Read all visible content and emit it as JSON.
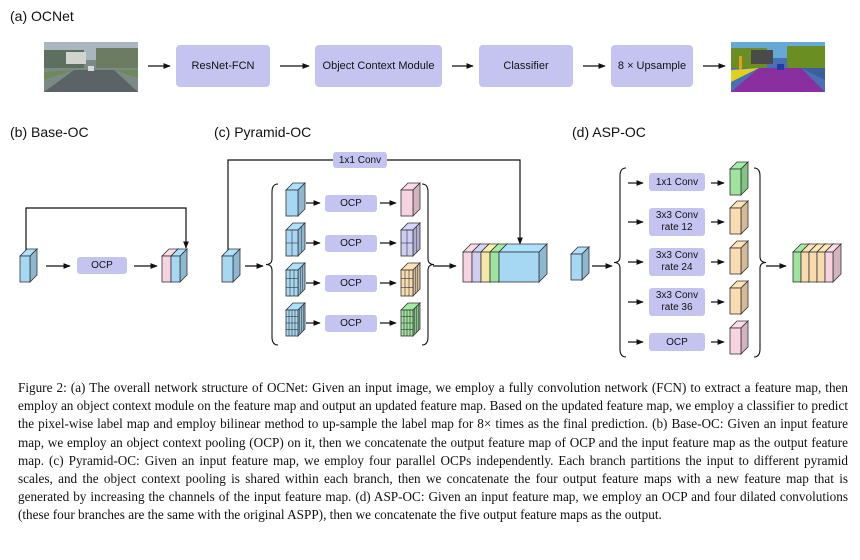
{
  "figure": {
    "panel_a": {
      "title": "(a) OCNet",
      "boxes": [
        "ResNet-FCN",
        "Object Context Module",
        "Classifier",
        "8 × Upsample"
      ]
    },
    "panel_b": {
      "title": "(b) Base-OC",
      "ocp": "OCP"
    },
    "panel_c": {
      "title": "(c) Pyramid-OC",
      "conv_label": "1x1 Conv",
      "ocp": [
        "OCP",
        "OCP",
        "OCP",
        "OCP"
      ]
    },
    "panel_d": {
      "title": "(d) ASP-OC",
      "branches": [
        {
          "line1": "1x1 Conv",
          "line2": ""
        },
        {
          "line1": "3x3 Conv",
          "line2": "rate 12"
        },
        {
          "line1": "3x3 Conv",
          "line2": "rate 24"
        },
        {
          "line1": "3x3 Conv",
          "line2": "rate 36"
        },
        {
          "line1": "OCP",
          "line2": ""
        }
      ]
    },
    "caption": "Figure 2:  (a) The overall network structure of OCNet: Given an input image, we employ a fully convolution network (FCN) to extract a feature map, then employ an object context module on the feature map and output an updated feature map. Based on the updated feature map, we employ a classifier to predict the pixel-wise label map and employ bilinear method to up-sample the label map for 8× times as the final prediction. (b) Base-OC: Given an input feature map, we employ an object context pooling (OCP) on it, then we concatenate the output feature map of OCP and the input feature map as the output feature map. (c) Pyramid-OC: Given an input feature map, we employ four parallel OCPs independently. Each branch partitions the input to different pyramid scales, and the object context pooling is shared within each branch, then we concatenate the four output feature maps with a new feature map that is generated by increasing the channels of the input feature map. (d) ASP-OC: Given an input feature map, we employ an OCP and four dilated convolutions (these four branches are the same with the original ASPP), then we concatenate the five output feature maps as the output."
  },
  "colors": {
    "box": "#c5c4f1",
    "blue": "#a6d8f4",
    "pink": "#f7d3e1",
    "lavender": "#cfcdf2",
    "peach": "#f9dbb0",
    "green": "#9ee39e",
    "yellow": "#f7e8a7"
  }
}
